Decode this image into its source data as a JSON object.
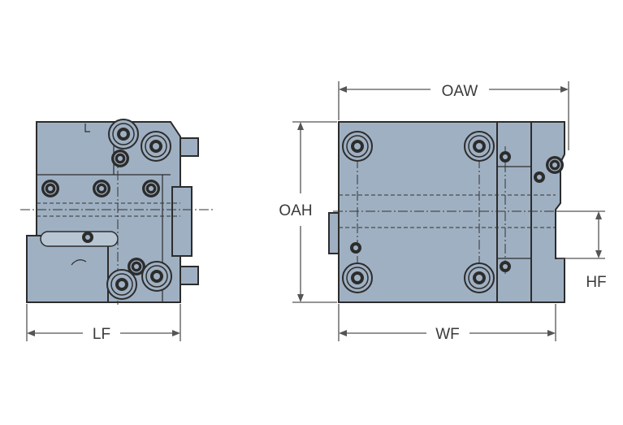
{
  "dimensions": {
    "oaw": "OAW",
    "oah": "OAH",
    "lf": "LF",
    "wf": "WF",
    "hf": "HF"
  },
  "colors": {
    "body_fill": "#9fb0c2",
    "outline": "#2c2c2c",
    "dimension": "#555555"
  }
}
